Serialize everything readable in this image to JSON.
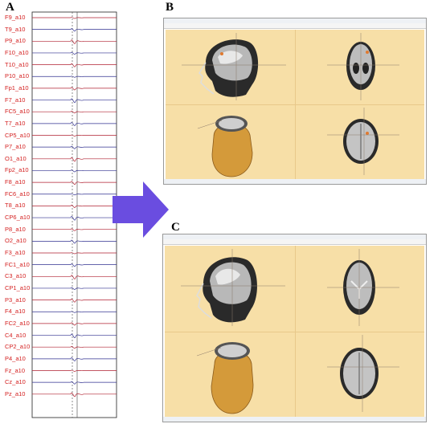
{
  "panels": {
    "a": "A",
    "b": "B",
    "c": "C"
  },
  "channels": [
    "F9_a10",
    "T9_a10",
    "P9_a10",
    "F10_a10",
    "T10_a10",
    "P10_a10",
    "Fp1_a10",
    "F7_a10",
    "FC5_a10",
    "T7_a10",
    "CP5_a10",
    "P7_a10",
    "O1_a10",
    "Fp2_a10",
    "F8_a10",
    "FC6_a10",
    "T8_a10",
    "CP6_a10",
    "P8_a10",
    "O2_a10",
    "F3_a10",
    "FC1_a10",
    "C3_a10",
    "CP1_a10",
    "P3_a10",
    "F4_a10",
    "FC2_a10",
    "C4_a10",
    "CP2_a10",
    "P4_a10",
    "Fz_a10",
    "Cz_a10",
    "Pz_a10"
  ],
  "colors": {
    "label": "#d42020",
    "trace_red": "#b02030",
    "trace_blue": "#303090",
    "arrow": "#6a4de0",
    "viewer_bg": "#f7dfa7"
  }
}
